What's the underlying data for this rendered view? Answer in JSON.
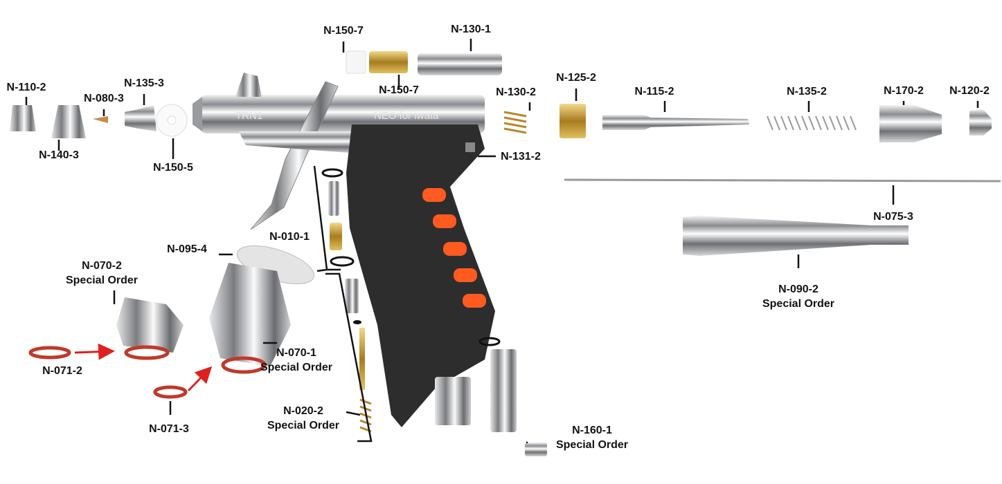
{
  "title": "Airbrush exploded parts diagram",
  "body_markings": {
    "model": "TRN1",
    "brand": "NEO for iwata"
  },
  "special_order_text": "Special Order",
  "parts": [
    {
      "id": "p1",
      "code": "N-150-7"
    },
    {
      "id": "p2",
      "code": "N-130-1"
    },
    {
      "id": "p3",
      "code": "N-110-2"
    },
    {
      "id": "p4",
      "code": "N-080-3"
    },
    {
      "id": "p5",
      "code": "N-135-3"
    },
    {
      "id": "p6",
      "code": "N-140-3"
    },
    {
      "id": "p7",
      "code": "N-150-5"
    },
    {
      "id": "p8",
      "code": "N-150-7"
    },
    {
      "id": "p9",
      "code": "N-130-2"
    },
    {
      "id": "p10",
      "code": "N-125-2"
    },
    {
      "id": "p11",
      "code": "N-115-2"
    },
    {
      "id": "p12",
      "code": "N-135-2"
    },
    {
      "id": "p13",
      "code": "N-170-2"
    },
    {
      "id": "p14",
      "code": "N-120-2"
    },
    {
      "id": "p15",
      "code": "N-131-2"
    },
    {
      "id": "p16",
      "code": "N-075-3"
    },
    {
      "id": "p17",
      "code": "N-090-2",
      "note": "Special Order"
    },
    {
      "id": "p18",
      "code": "N-010-1"
    },
    {
      "id": "p19",
      "code": "N-095-4"
    },
    {
      "id": "p20",
      "code": "N-070-2",
      "note": "Special Order"
    },
    {
      "id": "p21",
      "code": "N-071-2"
    },
    {
      "id": "p22",
      "code": "N-070-1",
      "note": "Special Order"
    },
    {
      "id": "p23",
      "code": "N-071-3"
    },
    {
      "id": "p24",
      "code": "N-020-2",
      "note": "Special Order"
    },
    {
      "id": "p25",
      "code": "N-160-1",
      "note": "Special Order"
    }
  ],
  "colors": {
    "chrome": "#c9cbcf",
    "grip": "#2b2b2b",
    "accent": "#ff5a1f",
    "brass": "#c9a238",
    "oring": "#c0392b",
    "arrow": "#e02020"
  }
}
